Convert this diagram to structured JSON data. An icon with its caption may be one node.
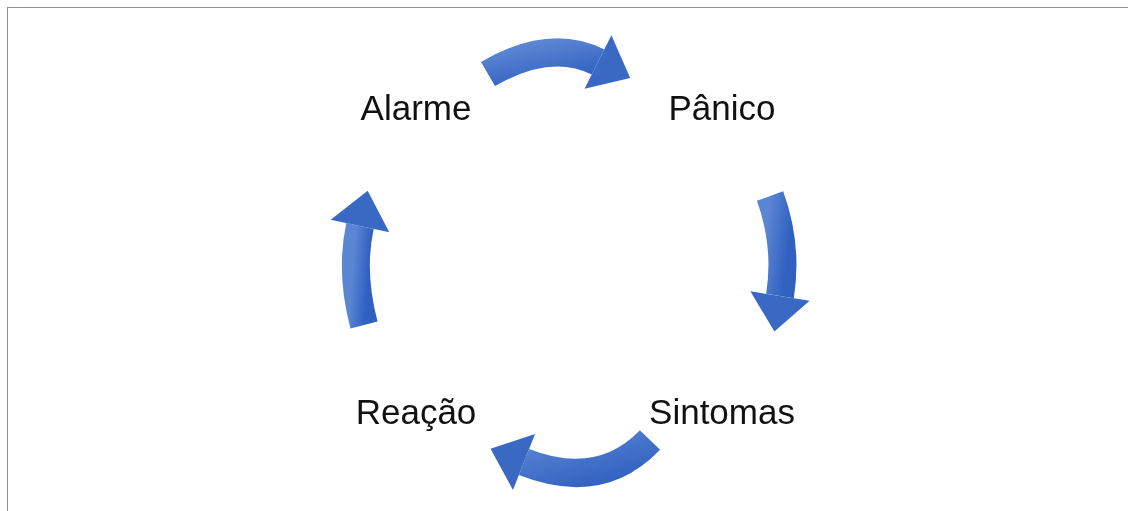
{
  "diagram": {
    "nodes": [
      {
        "text": [
          "Alarme"
        ]
      },
      {
        "text": [
          "Pânico"
        ]
      },
      {
        "text": [
          "Sintomas"
        ]
      },
      {
        "text": [
          "Reação"
        ]
      }
    ],
    "edges": [
      {
        "from": 0,
        "to": 1,
        "arrow": "to"
      },
      {
        "from": 1,
        "to": 2,
        "arrow": "to"
      },
      {
        "from": 2,
        "to": 3,
        "arrow": "to"
      },
      {
        "from": 3,
        "to": 0,
        "arrow": "to"
      }
    ]
  }
}
